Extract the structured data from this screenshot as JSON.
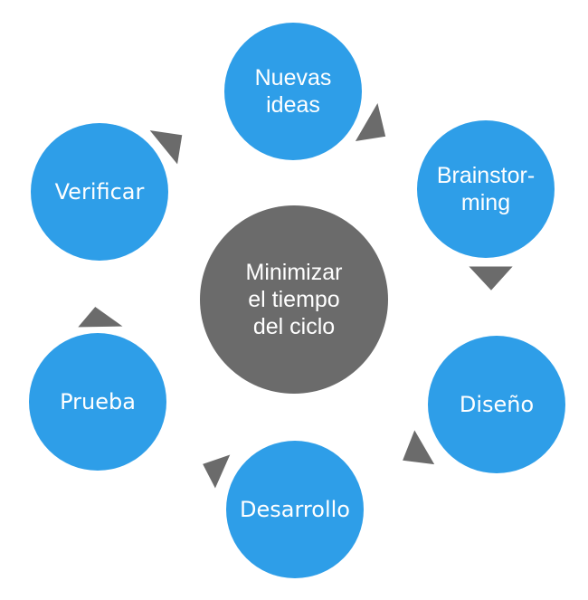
{
  "diagram": {
    "center": {
      "id": "minimizar-tiempo-ciclo",
      "label": "Minimizar\nel tiempo\ndel ciclo"
    },
    "nodes": [
      {
        "id": "nuevas-ideas",
        "label": "Nuevas\nideas"
      },
      {
        "id": "brainstorming",
        "label": "Brainstor-\nming"
      },
      {
        "id": "diseno",
        "label": "Diseño"
      },
      {
        "id": "desarrollo",
        "label": "Desarrollo"
      },
      {
        "id": "prueba",
        "label": "Prueba"
      },
      {
        "id": "verificar",
        "label": "Verificar"
      }
    ],
    "arrows": [
      {
        "from": "nuevas-ideas",
        "to": "brainstorming"
      },
      {
        "from": "brainstorming",
        "to": "diseno"
      },
      {
        "from": "diseno",
        "to": "desarrollo"
      },
      {
        "from": "desarrollo",
        "to": "prueba"
      },
      {
        "from": "prueba",
        "to": "verificar"
      },
      {
        "from": "verificar",
        "to": "nuevas-ideas"
      }
    ],
    "colors": {
      "node_fill": "#2E9EE8",
      "center_fill": "#6B6B6B",
      "arrow_fill": "#6B6B6B",
      "text": "#FFFFFF",
      "background": "#FFFFFF"
    }
  }
}
